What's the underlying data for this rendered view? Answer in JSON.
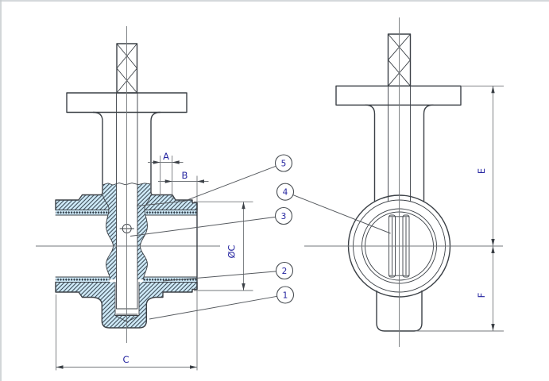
{
  "drawing": {
    "type": "butterfly-valve engineering drawing, sectional front view and side view",
    "dimensions": {
      "a": "A",
      "b": "B",
      "c": "C",
      "dia_c": "ØC",
      "e": "E",
      "f": "F"
    },
    "callouts": [
      {
        "label": "1"
      },
      {
        "label": "2"
      },
      {
        "label": "3"
      },
      {
        "label": "4"
      },
      {
        "label": "5"
      }
    ],
    "colors": {
      "part_fill": "#aadcf4",
      "hatch_fill": "#cfeaf8",
      "hatch_line": "#31404b",
      "outline": "#3b4046",
      "dim_line": "#73777b",
      "label_text": "#2424a0"
    }
  }
}
